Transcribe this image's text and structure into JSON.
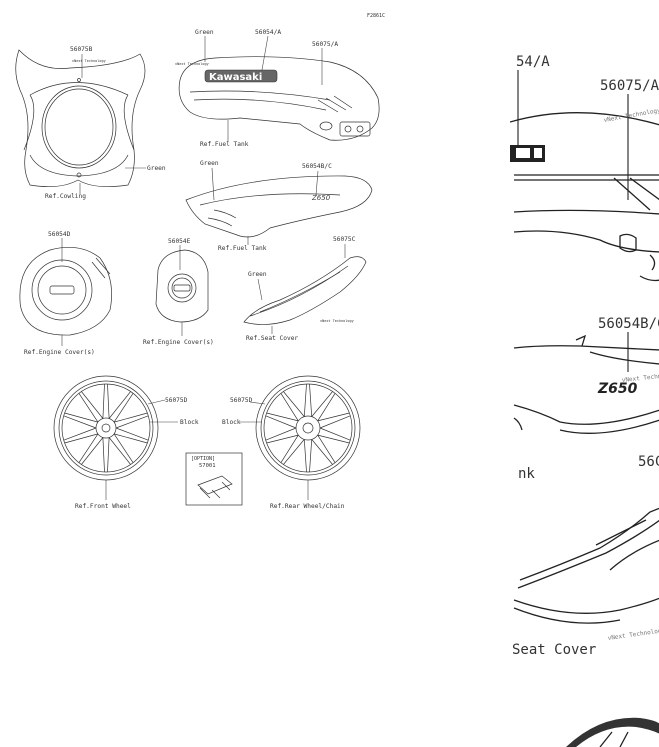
{
  "figure_code": "F2861C",
  "callouts": {
    "cowling_part": "56075B",
    "cowling_ref": "Ref.Cowling",
    "cowling_color": "Green",
    "tank_color": "Green",
    "tank_part_a": "56054/A",
    "tank_part_b": "56075/A",
    "tank_brand": "Kawasaki",
    "tank_ref": "Ref.Fuel Tank",
    "tank_lower_color": "Green",
    "tank_lower_part": "56054B/C",
    "tank_lower_ref": "Ref.Fuel Tank",
    "engine_left_part": "56054D",
    "engine_left_ref": "Ref.Engine Cover(s)",
    "engine_right_part": "56054E",
    "engine_right_ref": "Ref.Engine Cover(s)",
    "seat_part": "56075C",
    "seat_color": "Green",
    "seat_ref": "Ref.Seat Cover",
    "front_wheel_part": "56075D",
    "front_wheel_color": "Block",
    "front_wheel_ref": "Ref.Front Wheel",
    "rear_wheel_part": "56075D",
    "rear_wheel_color": "Block",
    "rear_wheel_ref": "Ref.Rear Wheel/Chain",
    "option_label": "[OPTION]",
    "option_part": "57001"
  },
  "zoom_view": {
    "tank_part_a": "54/A",
    "tank_part_b": "56075/A",
    "tank_lower_part": "56054B/C",
    "tank_ref_fragment": "nk",
    "seat_part_fragment": "56C",
    "seat_ref_fragment": "Seat Cover",
    "sticker_text": "vNext Technology"
  },
  "colors": {
    "background": "#ffffff",
    "line": "#333333"
  }
}
